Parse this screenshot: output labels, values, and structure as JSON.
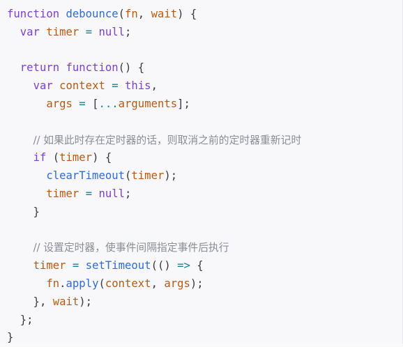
{
  "language": "javascript",
  "colors": {
    "background": "#f8f8fa",
    "keyword": "#7b3fd1",
    "function": "#2f6bd6",
    "variable": "#b65a12",
    "operator": "#1a7f8f",
    "comment": "#8a8d95",
    "punctuation": "#383a42"
  },
  "code_lines": [
    [
      {
        "t": "kw",
        "v": "function"
      },
      {
        "t": "p",
        "v": " "
      },
      {
        "t": "fn",
        "v": "debounce"
      },
      {
        "t": "p",
        "v": "("
      },
      {
        "t": "var",
        "v": "fn"
      },
      {
        "t": "p",
        "v": ", "
      },
      {
        "t": "var",
        "v": "wait"
      },
      {
        "t": "p",
        "v": ") {"
      }
    ],
    [
      {
        "t": "p",
        "v": "  "
      },
      {
        "t": "kw",
        "v": "var"
      },
      {
        "t": "p",
        "v": " "
      },
      {
        "t": "var",
        "v": "timer"
      },
      {
        "t": "p",
        "v": " "
      },
      {
        "t": "op",
        "v": "="
      },
      {
        "t": "p",
        "v": " "
      },
      {
        "t": "lit",
        "v": "null"
      },
      {
        "t": "p",
        "v": ";"
      }
    ],
    [],
    [
      {
        "t": "p",
        "v": "  "
      },
      {
        "t": "kw",
        "v": "return"
      },
      {
        "t": "p",
        "v": " "
      },
      {
        "t": "kw",
        "v": "function"
      },
      {
        "t": "p",
        "v": "() {"
      }
    ],
    [
      {
        "t": "p",
        "v": "    "
      },
      {
        "t": "kw",
        "v": "var"
      },
      {
        "t": "p",
        "v": " "
      },
      {
        "t": "var",
        "v": "context"
      },
      {
        "t": "p",
        "v": " "
      },
      {
        "t": "op",
        "v": "="
      },
      {
        "t": "p",
        "v": " "
      },
      {
        "t": "lit",
        "v": "this"
      },
      {
        "t": "p",
        "v": ","
      }
    ],
    [
      {
        "t": "p",
        "v": "      "
      },
      {
        "t": "var",
        "v": "args"
      },
      {
        "t": "p",
        "v": " "
      },
      {
        "t": "op",
        "v": "="
      },
      {
        "t": "p",
        "v": " ["
      },
      {
        "t": "op",
        "v": "..."
      },
      {
        "t": "var",
        "v": "arguments"
      },
      {
        "t": "p",
        "v": "];"
      }
    ],
    [],
    [
      {
        "t": "p",
        "v": "    "
      },
      {
        "t": "cmt",
        "v": "// 如果此时存在定时器的话，则取消之前的定时器重新记时"
      }
    ],
    [
      {
        "t": "p",
        "v": "    "
      },
      {
        "t": "kw",
        "v": "if"
      },
      {
        "t": "p",
        "v": " ("
      },
      {
        "t": "var",
        "v": "timer"
      },
      {
        "t": "p",
        "v": ") {"
      }
    ],
    [
      {
        "t": "p",
        "v": "      "
      },
      {
        "t": "fn",
        "v": "clearTimeout"
      },
      {
        "t": "p",
        "v": "("
      },
      {
        "t": "var",
        "v": "timer"
      },
      {
        "t": "p",
        "v": ");"
      }
    ],
    [
      {
        "t": "p",
        "v": "      "
      },
      {
        "t": "var",
        "v": "timer"
      },
      {
        "t": "p",
        "v": " "
      },
      {
        "t": "op",
        "v": "="
      },
      {
        "t": "p",
        "v": " "
      },
      {
        "t": "lit",
        "v": "null"
      },
      {
        "t": "p",
        "v": ";"
      }
    ],
    [
      {
        "t": "p",
        "v": "    }"
      }
    ],
    [],
    [
      {
        "t": "p",
        "v": "    "
      },
      {
        "t": "cmt",
        "v": "// 设置定时器，使事件间隔指定事件后执行"
      }
    ],
    [
      {
        "t": "p",
        "v": "    "
      },
      {
        "t": "var",
        "v": "timer"
      },
      {
        "t": "p",
        "v": " "
      },
      {
        "t": "op",
        "v": "="
      },
      {
        "t": "p",
        "v": " "
      },
      {
        "t": "fn",
        "v": "setTimeout"
      },
      {
        "t": "p",
        "v": "(() "
      },
      {
        "t": "op",
        "v": "=>"
      },
      {
        "t": "p",
        "v": " {"
      }
    ],
    [
      {
        "t": "p",
        "v": "      "
      },
      {
        "t": "var",
        "v": "fn"
      },
      {
        "t": "p",
        "v": "."
      },
      {
        "t": "fn",
        "v": "apply"
      },
      {
        "t": "p",
        "v": "("
      },
      {
        "t": "var",
        "v": "context"
      },
      {
        "t": "p",
        "v": ", "
      },
      {
        "t": "var",
        "v": "args"
      },
      {
        "t": "p",
        "v": ");"
      }
    ],
    [
      {
        "t": "p",
        "v": "    }, "
      },
      {
        "t": "var",
        "v": "wait"
      },
      {
        "t": "p",
        "v": ");"
      }
    ],
    [
      {
        "t": "p",
        "v": "  };"
      }
    ],
    [
      {
        "t": "p",
        "v": "}"
      }
    ]
  ]
}
